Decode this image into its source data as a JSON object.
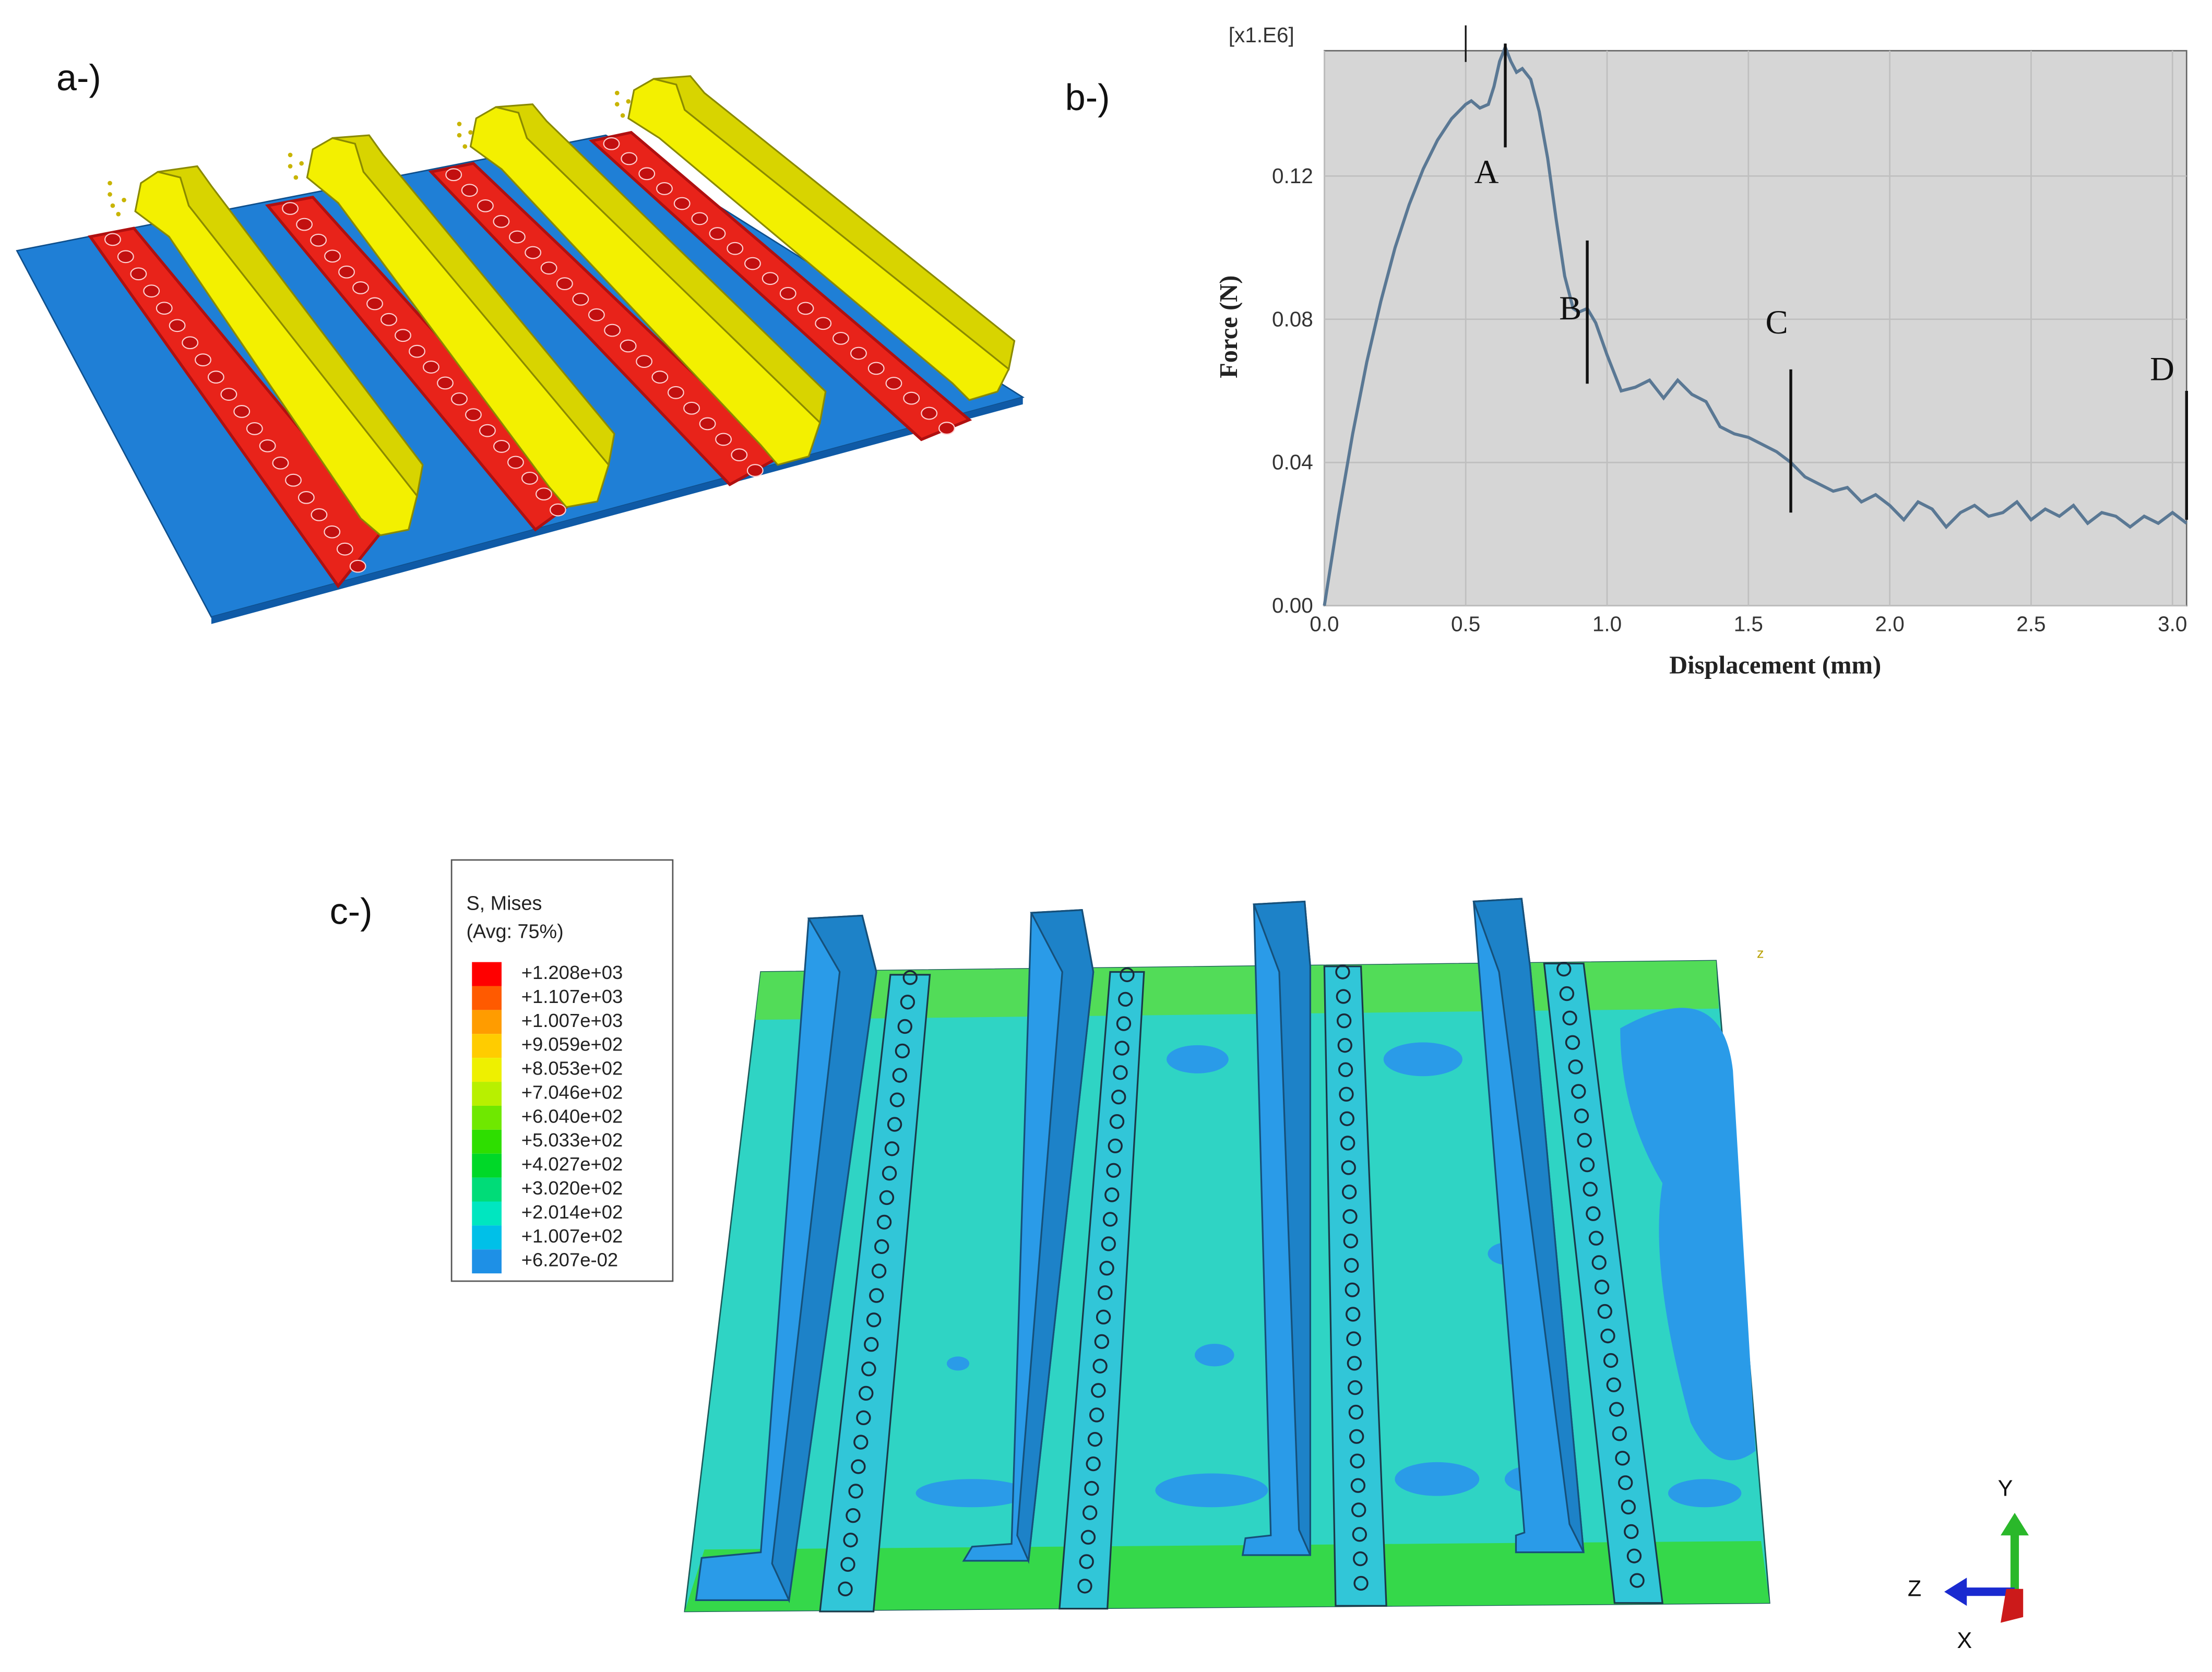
{
  "panels": {
    "a": {
      "label": "a-)"
    },
    "b": {
      "label": "b-)"
    },
    "c": {
      "label": "c-)"
    }
  },
  "chart_data": {
    "type": "line",
    "title": "",
    "xlabel": "Displacement (mm)",
    "ylabel": "Force (N)",
    "y_multiplier_label": "[x1.E6]",
    "xlim": [
      0.0,
      3.05
    ],
    "ylim": [
      0.0,
      0.155
    ],
    "x_ticks": [
      "0.0",
      "0.5",
      "1.0",
      "1.5",
      "2.0",
      "2.5",
      "3.0"
    ],
    "y_ticks": [
      "0.00",
      "0.04",
      "0.08",
      "0.12"
    ],
    "x_tick_values": [
      0.0,
      0.5,
      1.0,
      1.5,
      2.0,
      2.5,
      3.0
    ],
    "y_tick_values": [
      0.0,
      0.04,
      0.08,
      0.12
    ],
    "grid": true,
    "line_color": "#5a7894",
    "background": "#d6d6d6",
    "series": [
      {
        "x": [
          0.0,
          0.05,
          0.1,
          0.15,
          0.2,
          0.25,
          0.3,
          0.35,
          0.4,
          0.45,
          0.5,
          0.52,
          0.55,
          0.58,
          0.6,
          0.62,
          0.64,
          0.66,
          0.68,
          0.7,
          0.73,
          0.76,
          0.79,
          0.82,
          0.85,
          0.88,
          0.9,
          0.93,
          0.96,
          1.0,
          1.05,
          1.1,
          1.15,
          1.2,
          1.25,
          1.3,
          1.35,
          1.4,
          1.45,
          1.5,
          1.55,
          1.6,
          1.65,
          1.7,
          1.75,
          1.8,
          1.85,
          1.9,
          1.95,
          2.0,
          2.05,
          2.1,
          2.15,
          2.2,
          2.25,
          2.3,
          2.35,
          2.4,
          2.45,
          2.5,
          2.55,
          2.6,
          2.65,
          2.7,
          2.75,
          2.8,
          2.85,
          2.9,
          2.95,
          3.0,
          3.05
        ],
        "y": [
          0.0,
          0.025,
          0.048,
          0.068,
          0.085,
          0.1,
          0.112,
          0.122,
          0.13,
          0.136,
          0.14,
          0.141,
          0.139,
          0.14,
          0.145,
          0.152,
          0.156,
          0.152,
          0.149,
          0.15,
          0.147,
          0.138,
          0.125,
          0.108,
          0.092,
          0.083,
          0.082,
          0.083,
          0.079,
          0.07,
          0.06,
          0.061,
          0.063,
          0.058,
          0.063,
          0.059,
          0.057,
          0.05,
          0.048,
          0.047,
          0.045,
          0.043,
          0.04,
          0.036,
          0.034,
          0.032,
          0.033,
          0.029,
          0.031,
          0.028,
          0.024,
          0.029,
          0.027,
          0.022,
          0.026,
          0.028,
          0.025,
          0.026,
          0.029,
          0.024,
          0.027,
          0.025,
          0.028,
          0.023,
          0.026,
          0.025,
          0.022,
          0.025,
          0.023,
          0.026,
          0.023
        ]
      }
    ],
    "annotations": [
      {
        "label": "A",
        "x": 0.64
      },
      {
        "label": "B",
        "x": 0.93
      },
      {
        "label": "C",
        "x": 1.65
      },
      {
        "label": "D",
        "x": 3.05
      }
    ]
  },
  "legend": {
    "title_line1": "S, Mises",
    "title_line2": "(Avg: 75%)",
    "entries": [
      {
        "value": "+1.208e+03",
        "color": "#ff0000"
      },
      {
        "value": "+1.107e+03",
        "color": "#ff5a00"
      },
      {
        "value": "+1.007e+03",
        "color": "#ff9c00"
      },
      {
        "value": "+9.059e+02",
        "color": "#ffcc00"
      },
      {
        "value": "+8.053e+02",
        "color": "#eef000"
      },
      {
        "value": "+7.046e+02",
        "color": "#b8f000"
      },
      {
        "value": "+6.040e+02",
        "color": "#6fe800"
      },
      {
        "value": "+5.033e+02",
        "color": "#2ede00"
      },
      {
        "value": "+4.027e+02",
        "color": "#00d828"
      },
      {
        "value": "+3.020e+02",
        "color": "#00dc78"
      },
      {
        "value": "+2.014e+02",
        "color": "#00e6c0"
      },
      {
        "value": "+1.007e+02",
        "color": "#00c0e8"
      },
      {
        "value": "+6.207e-02",
        "color": "#1e90e6"
      }
    ]
  },
  "axis_triad": {
    "y": "Y",
    "z": "Z",
    "x": "X"
  },
  "colors": {
    "plate_a": "#1f7fd6",
    "stringer_a": "#f3f000",
    "flange_a": "#e8231a",
    "plate_c": "#2fd4c4",
    "stringer_c": "#2a9be8",
    "edge_green": "#35d84a"
  }
}
